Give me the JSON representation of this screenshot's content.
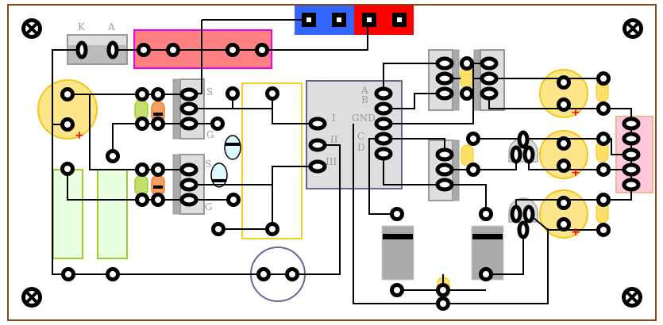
{
  "diagram": {
    "type": "pcb-layout",
    "colors": {
      "board_border": "#8b4513",
      "trace": "#000000",
      "pad": "#000000",
      "electrolytic_cap_fill": "#fde68a",
      "electrolytic_cap_stroke": "#f5c518",
      "polarity_mark": "#ff0000",
      "relay_fill": "#ff8080",
      "relay_stroke": "#ee00ee",
      "connector_blue": "#3366ff",
      "connector_red": "#ff0000",
      "ic_fill": "#dedede",
      "ic_stroke": "#66668a",
      "transistor_fill": "#dcdcdc",
      "film_cap_fill": "#e8ffe0",
      "film_cap_stroke": "#a0cc30",
      "header_fill": "#ffc8dc",
      "header_stroke": "#f0b890",
      "zone_yellow": "#f5d020",
      "pot_stroke": "#66669a",
      "resistor_green": "#c4df6a",
      "resistor_orange": "#f5a060",
      "small_cap_yellow": "#fde068",
      "diode_fill": "#ddf8ff",
      "big_resistor_fill": "#aaaaaa"
    },
    "labels": {
      "diode_k": "K",
      "diode_a": "A",
      "mosfet1_s": "S",
      "mosfet1_g": "G",
      "mosfet2_s": "S",
      "mosfet2_g": "G",
      "ic_i": "I",
      "ic_ii": "II",
      "ic_iii": "III",
      "ic_a": "A",
      "ic_b": "B",
      "ic_gnd": "GND",
      "ic_c": "C",
      "ic_d": "D"
    },
    "mounting_holes": [
      {
        "name": "mount-hole-top-left",
        "icon": "circle-x-icon"
      },
      {
        "name": "mount-hole-top-right",
        "icon": "circle-x-icon"
      },
      {
        "name": "mount-hole-bottom-left",
        "icon": "circle-x-icon"
      },
      {
        "name": "mount-hole-bottom-right",
        "icon": "circle-x-icon"
      }
    ],
    "polarity_symbol": "+"
  }
}
